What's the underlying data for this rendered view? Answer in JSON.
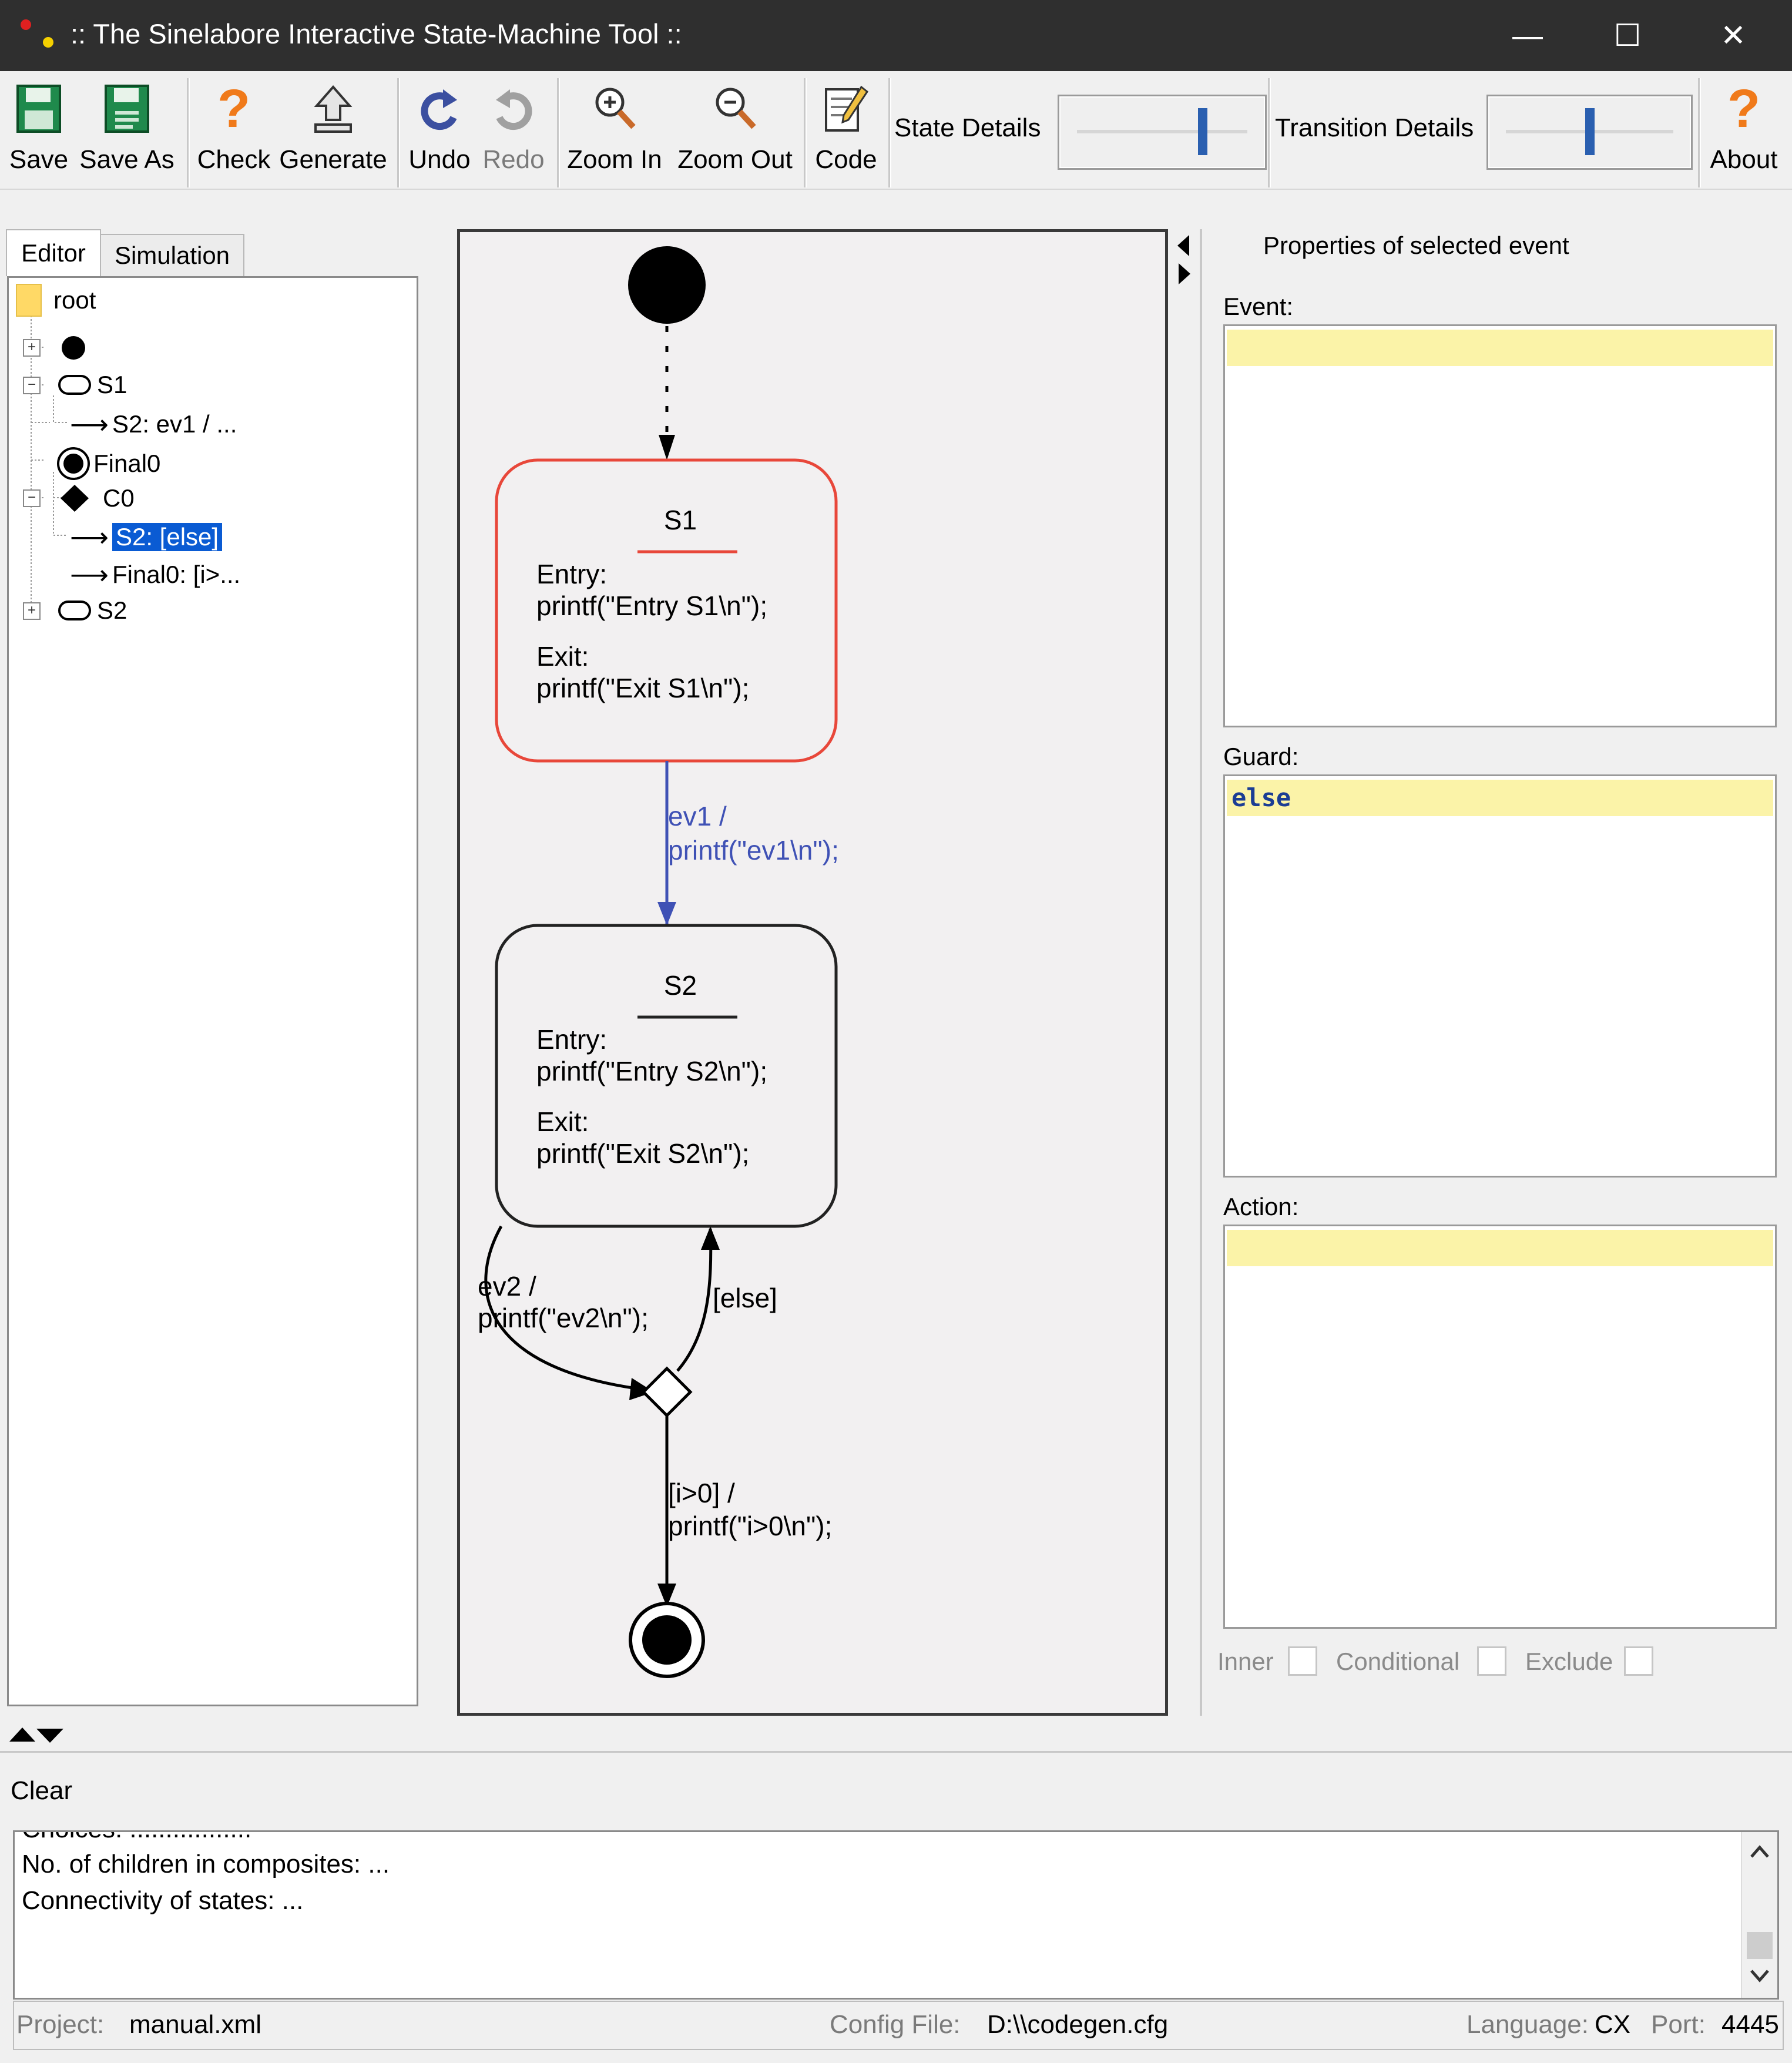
{
  "window": {
    "title": ":: The Sinelabore Interactive State-Machine Tool ::",
    "minimize_glyph": "—",
    "maximize_glyph": "☐",
    "close_glyph": "✕"
  },
  "toolbar": {
    "save": "Save",
    "save_as": "Save As",
    "check": "Check",
    "generate": "Generate",
    "undo": "Undo",
    "redo": "Redo",
    "zoom_in": "Zoom In",
    "zoom_out": "Zoom Out",
    "code": "Code",
    "state_details": "State Details",
    "state_details_level": 0.75,
    "transition_details": "Transition Details",
    "transition_details_level": 0.5,
    "about": "About"
  },
  "left_panel": {
    "tabs": [
      "Editor",
      "Simulation"
    ],
    "active_tab": "Editor",
    "tree": {
      "root": "root",
      "s1": "S1",
      "s1_t1": "S2: ev1 / ...",
      "final0": "Final0",
      "c0": "C0",
      "c0_t1": "S2: [else]",
      "c0_t2": "Final0: [i>...",
      "s2": "S2"
    }
  },
  "diagram": {
    "s1_name": "S1",
    "s1_entry_label": "Entry:",
    "s1_entry_code": "printf(\"Entry S1\\n\");",
    "s1_exit_label": "Exit:",
    "s1_exit_code": "printf(\"Exit S1\\n\");",
    "s2_name": "S2",
    "s2_entry_label": "Entry:",
    "s2_entry_code": "printf(\"Entry S2\\n\");",
    "s2_exit_label": "Exit:",
    "s2_exit_code": "printf(\"Exit S2\\n\");",
    "t_ev1_l1": "ev1 /",
    "t_ev1_l2": "printf(\"ev1\\n\");",
    "t_ev2_l1": "ev2 /",
    "t_ev2_l2": "printf(\"ev2\\n\");",
    "t_else": "[else]",
    "t_final_l1": "[i>0] /",
    "t_final_l2": "printf(\"i>0\\n\");",
    "selected_color": "#e8473a",
    "highlight_color": "#3f51b5"
  },
  "right_panel": {
    "header": "Properties of selected event",
    "event_label": "Event:",
    "event_value": "",
    "guard_label": "Guard:",
    "guard_value": "else",
    "action_label": "Action:",
    "action_value": "",
    "inner": "Inner",
    "conditional": "Conditional",
    "exclude": "Exclude"
  },
  "bottom": {
    "clear": "Clear",
    "log_partial": "Choices: .................",
    "log_line1": "No. of children in composites: ...",
    "log_line2": "Connectivity of states: ..."
  },
  "status": {
    "project_label": "Project:",
    "project_value": "manual.xml",
    "config_label": "Config File:",
    "config_value": "D:\\\\codegen.cfg",
    "language_label": "Language:",
    "language_value": "CX",
    "port_label": "Port:",
    "port_value": "4445"
  }
}
